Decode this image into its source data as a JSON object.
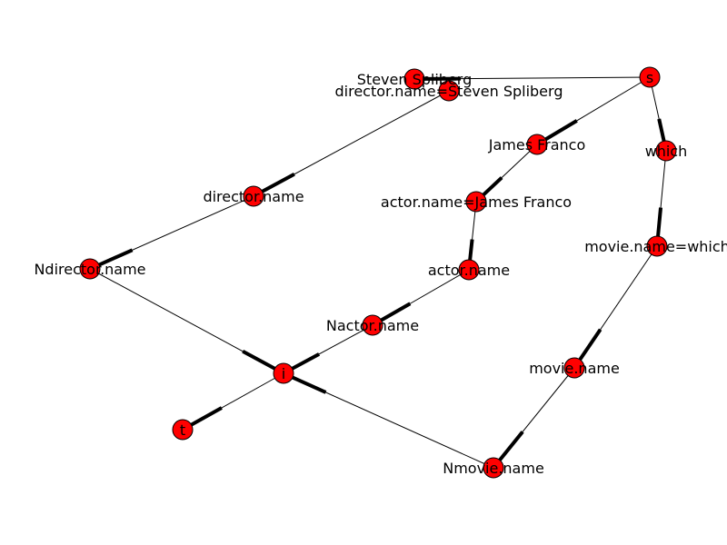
{
  "colors": {
    "node_fill": "#ff0000",
    "node_stroke": "#000000",
    "edge": "#000000",
    "background": "#ffffff"
  },
  "nodes": [
    {
      "id": "s",
      "label": "s"
    },
    {
      "id": "steven",
      "label": "Steven Spliberg"
    },
    {
      "id": "dirname_eq",
      "label": "director.name=Steven Spliberg"
    },
    {
      "id": "james",
      "label": "James Franco"
    },
    {
      "id": "which",
      "label": "which"
    },
    {
      "id": "director_name",
      "label": "director.name"
    },
    {
      "id": "actor_eq",
      "label": "actor.name=James Franco"
    },
    {
      "id": "movie_eq",
      "label": "movie.name=which"
    },
    {
      "id": "ndirector",
      "label": "Ndirector.name"
    },
    {
      "id": "actor_name",
      "label": "actor.name"
    },
    {
      "id": "nactor",
      "label": "Nactor.name"
    },
    {
      "id": "movie_name",
      "label": "movie.name"
    },
    {
      "id": "i",
      "label": "i"
    },
    {
      "id": "t",
      "label": "t"
    },
    {
      "id": "nmovie",
      "label": "Nmovie.name"
    }
  ],
  "edges": [
    {
      "from": "s",
      "to": "steven"
    },
    {
      "from": "s",
      "to": "james"
    },
    {
      "from": "s",
      "to": "which"
    },
    {
      "from": "dirname_eq",
      "to": "director_name"
    },
    {
      "from": "director_name",
      "to": "ndirector"
    },
    {
      "from": "ndirector",
      "to": "i"
    },
    {
      "from": "james",
      "to": "actor_eq"
    },
    {
      "from": "actor_eq",
      "to": "actor_name"
    },
    {
      "from": "actor_name",
      "to": "nactor"
    },
    {
      "from": "nactor",
      "to": "i"
    },
    {
      "from": "which",
      "to": "movie_eq"
    },
    {
      "from": "movie_eq",
      "to": "movie_name"
    },
    {
      "from": "movie_name",
      "to": "nmovie"
    },
    {
      "from": "nmovie",
      "to": "i"
    },
    {
      "from": "i",
      "to": "t"
    }
  ]
}
